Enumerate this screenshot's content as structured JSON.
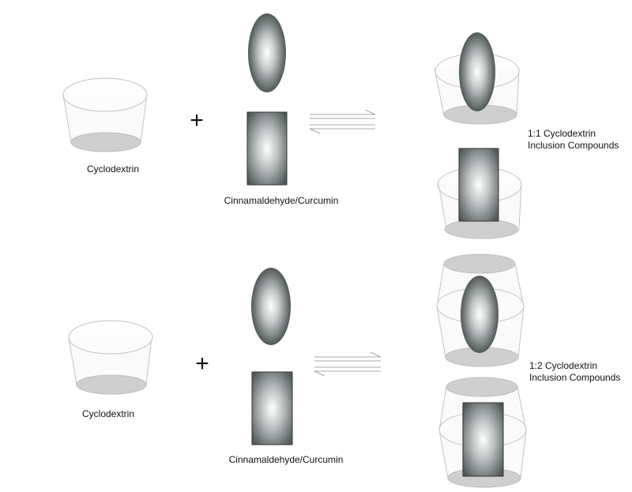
{
  "row1": {
    "cyclodextrin_label": "Cyclodextrin",
    "guest_label": "Cinnamaldehyde/Curcumin",
    "plus_symbol": "+",
    "product_label_line1": "1:1 Cyclodextrin",
    "product_label_line2": "Inclusion Compounds"
  },
  "row2": {
    "cyclodextrin_label": "Cyclodextrin",
    "guest_label": "Cinnamaldehyde/Curcumin",
    "plus_symbol": "+",
    "product_label_line1": "1:2 Cyclodextrin",
    "product_label_line2": "Inclusion Compounds"
  },
  "colors": {
    "cup_rim": "#c4c4c4",
    "cup_bottom": "#cfcfcf",
    "guest_dark": "#4f5757",
    "guest_light": "#ffffff",
    "arrow": "#a8a8a8"
  }
}
